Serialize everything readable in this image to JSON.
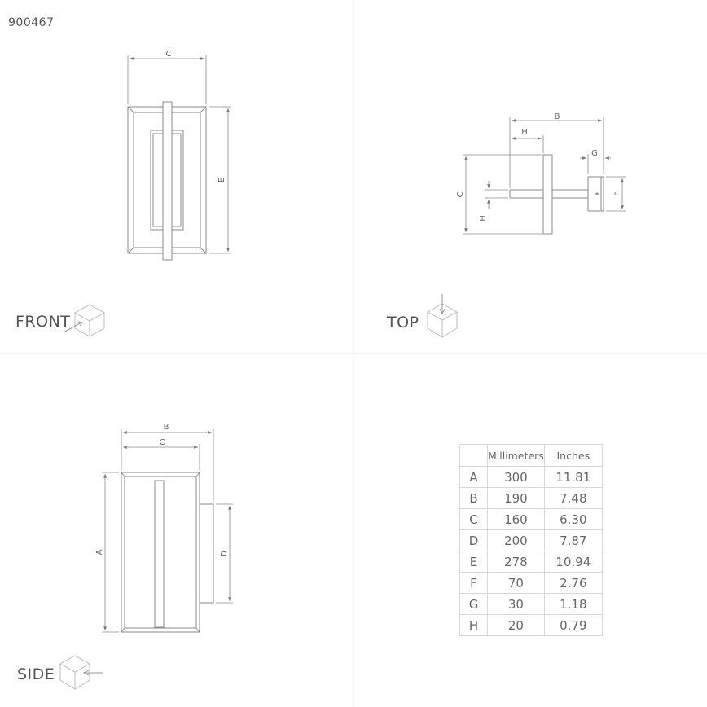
{
  "product_code": "900467",
  "views": {
    "front": "FRONT",
    "top": "TOP",
    "side": "SIDE"
  },
  "dimension_letters": {
    "a": "A",
    "b": "B",
    "c": "C",
    "d": "D",
    "e": "E",
    "f": "F",
    "g": "G",
    "h": "H"
  },
  "table": {
    "headers": [
      "",
      "Millimeters",
      "Inches"
    ],
    "rows": [
      {
        "key": "A",
        "mm": "300",
        "in": "11.81"
      },
      {
        "key": "B",
        "mm": "190",
        "in": "7.48"
      },
      {
        "key": "C",
        "mm": "160",
        "in": "6.30"
      },
      {
        "key": "D",
        "mm": "200",
        "in": "7.87"
      },
      {
        "key": "E",
        "mm": "278",
        "in": "10.94"
      },
      {
        "key": "F",
        "mm": "70",
        "in": "2.76"
      },
      {
        "key": "G",
        "mm": "30",
        "in": "1.18"
      },
      {
        "key": "H",
        "mm": "20",
        "in": "0.79"
      }
    ]
  },
  "colors": {
    "line": "#8a8a8a",
    "divider": "#e6e6e6",
    "text": "#555555"
  }
}
